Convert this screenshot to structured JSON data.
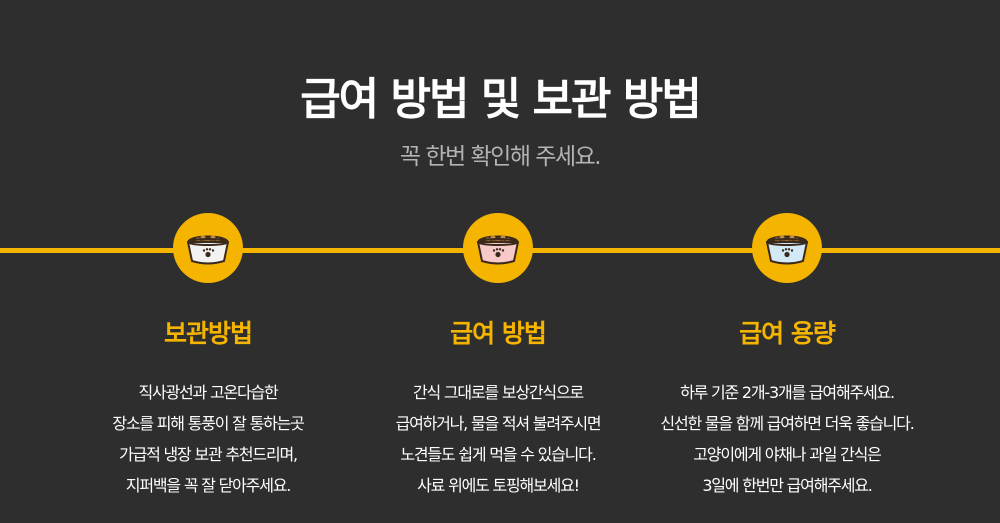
{
  "header": {
    "title": "급여 방법 및 보관 방법",
    "subtitle": "꼭 한번 확인해 주세요."
  },
  "colors": {
    "background": "#2d2e2d",
    "accent": "#f5b400",
    "text": "#ffffff",
    "subtitle": "#b3b3b3"
  },
  "sections": [
    {
      "icon": "pet-food-bowl-icon",
      "bowl_color": "#f2f2f2",
      "title": "보관방법",
      "lines": [
        "직사광선과 고온다습한",
        "장소를 피해 통풍이 잘 통하는곳",
        "가급적 냉장 보관 추천드리며,",
        "지퍼백을 꼭 잘 닫아주세요."
      ]
    },
    {
      "icon": "pet-food-bowl-icon",
      "bowl_color": "#f7c9c9",
      "title": "급여 방법",
      "lines": [
        "간식 그대로를 보상간식으로",
        "급여하거나, 물을 적셔 불려주시면",
        "노견들도 쉽게 먹을 수 있습니다.",
        "사료 위에도 토핑해보세요!"
      ]
    },
    {
      "icon": "pet-food-bowl-icon",
      "bowl_color": "#d3e9f5",
      "title": "급여 용량",
      "lines": [
        "하루 기준 2개-3개를 급여해주세요.",
        "신선한 물을 함께 급여하면 더욱 좋습니다.",
        "고양이에게 야채나 과일 간식은",
        "3일에 한번만 급여해주세요."
      ]
    }
  ]
}
